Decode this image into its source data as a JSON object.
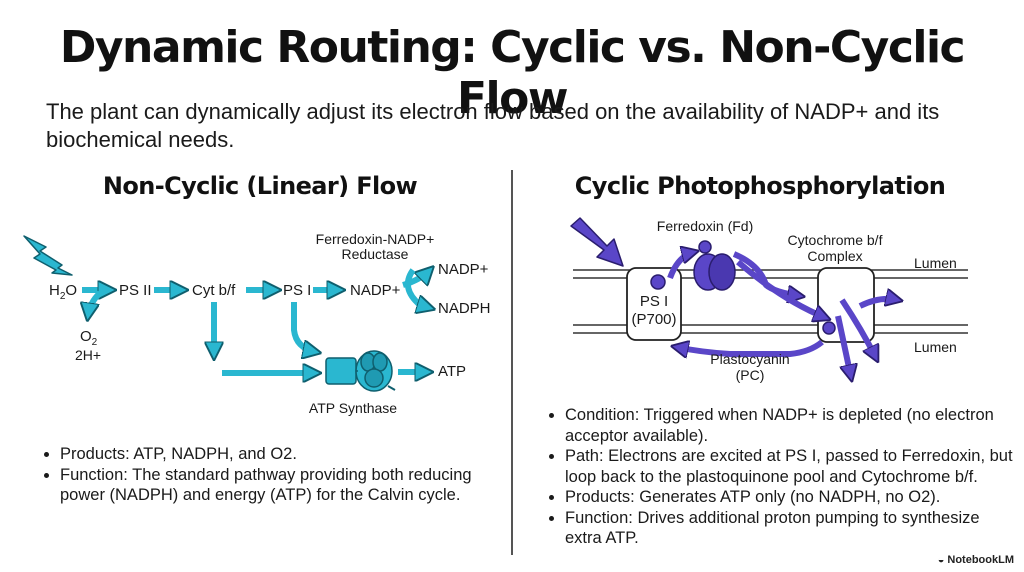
{
  "title": "Dynamic Routing: Cyclic vs. Non-Cyclic Flow",
  "subtitle": "The plant can dynamically adjust its electron flow based on the availability of NADP+ and its biochemical needs.",
  "left": {
    "heading": "Non-Cyclic (Linear) Flow",
    "labels": {
      "h2o_base": "H",
      "h2o_sub": "2",
      "h2o_end": "O",
      "ps2": "PS II",
      "cytbf": "Cyt b/f",
      "ps1": "PS I",
      "nadp_in": "NADP+",
      "o2_base": "O",
      "o2_sub": "2",
      "h_plus": "2H+",
      "fnr_line1": "Ferredoxin-NADP+",
      "fnr_line2": "Reductase",
      "nadp_top": "NADP+",
      "nadph": "NADPH",
      "atp": "ATP",
      "atp_synthase": "ATP Synthase"
    },
    "bullets": [
      "Products: ATP, NADPH, and O2.",
      "Function: The standard pathway providing both reducing power (NADPH) and energy (ATP) for the Calvin cycle."
    ]
  },
  "right": {
    "heading": "Cyclic Photophosphorylation",
    "labels": {
      "ferredoxin": "Ferredoxin (Fd)",
      "cyt_line1": "Cytochrome b/f",
      "cyt_line2": "Complex",
      "lumen_top": "Lumen",
      "lumen_bottom": "Lumen",
      "ps1_line1": "PS I",
      "ps1_line2": "(P700)",
      "pc_line1": "Plastocyanin",
      "pc_line2": "(PC)"
    },
    "bullets": [
      "Condition: Triggered when NADP+ is depleted (no electron acceptor available).",
      "Path: Electrons are excited at PS I, passed to Ferredoxin, but loop back to the plastoquinone pool and Cytochrome b/f.",
      "Products: Generates ATP only (no NADPH, no O2).",
      "Function: Drives additional proton pumping to synthesize extra ATP."
    ]
  },
  "brand": "NotebookLM",
  "colors": {
    "teal": "#2ab7d0",
    "teal_dark": "#0f5f6e",
    "purple": "#5a46c8",
    "purple_dark": "#2a1d6e"
  }
}
